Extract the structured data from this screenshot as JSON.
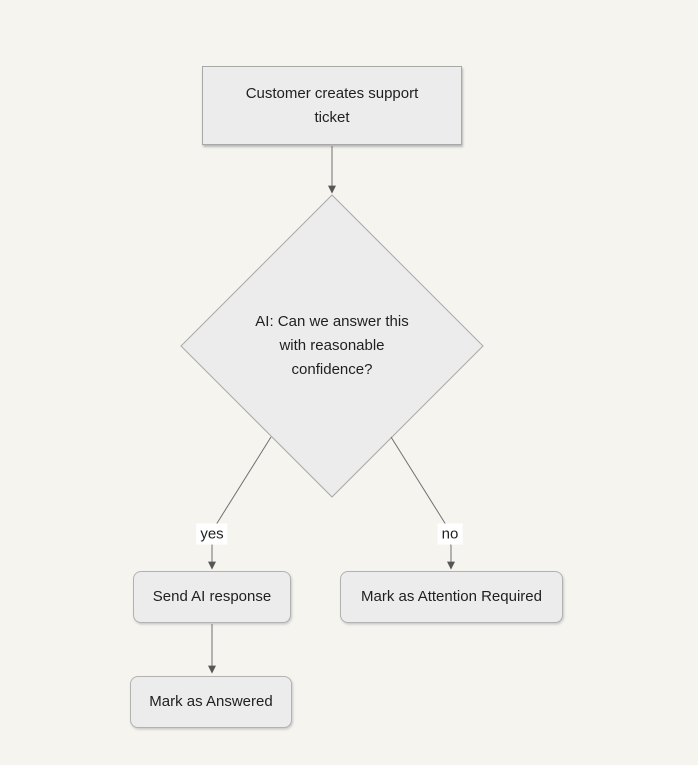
{
  "diagram": {
    "type": "flowchart",
    "direction": "top-down",
    "colors": {
      "background": "#f5f4ef",
      "node_fill": "#ececec",
      "node_border": "#a8a8a8",
      "rounded_node_border": "#b2b2b2",
      "edge_line": "#707070",
      "arrowhead": "#565656",
      "edge_label_background": "#ffffff",
      "text": "#1f1f1f"
    },
    "nodes": {
      "start": {
        "label": "Customer creates support\nticket",
        "shape": "rectangle"
      },
      "decision": {
        "label": "AI: Can we answer this\nwith reasonable\nconfidence?",
        "shape": "diamond"
      },
      "send_response": {
        "label": "Send AI response",
        "shape": "rounded-rectangle"
      },
      "attention_required": {
        "label": "Mark as Attention Required",
        "shape": "rounded-rectangle"
      },
      "answered": {
        "label": "Mark as Answered",
        "shape": "rounded-rectangle"
      }
    },
    "edges": [
      {
        "from": "start",
        "to": "decision",
        "label": ""
      },
      {
        "from": "decision",
        "to": "send_response",
        "label": "yes"
      },
      {
        "from": "decision",
        "to": "attention_required",
        "label": "no"
      },
      {
        "from": "send_response",
        "to": "answered",
        "label": ""
      }
    ]
  }
}
